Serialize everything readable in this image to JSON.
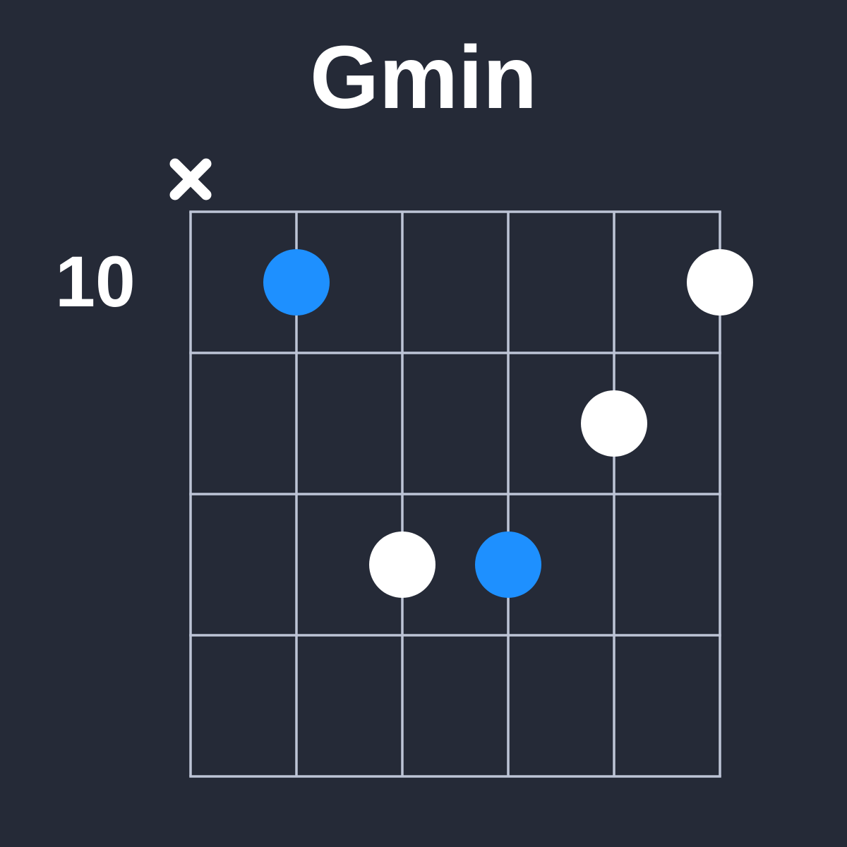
{
  "title": "Gmin",
  "fret_position_label": "10",
  "colors": {
    "background": "#252a37",
    "grid_line": "#bdc4d6",
    "dot_blue": "#1e90ff",
    "dot_white": "#ffffff",
    "text": "#ffffff"
  },
  "diagram": {
    "string_count": 6,
    "fret_count": 4,
    "muted_strings": [
      1
    ],
    "markers": [
      {
        "string": 2,
        "fret": 1,
        "color": "blue"
      },
      {
        "string": 6,
        "fret": 1,
        "color": "white"
      },
      {
        "string": 5,
        "fret": 2,
        "color": "white"
      },
      {
        "string": 3,
        "fret": 3,
        "color": "white"
      },
      {
        "string": 4,
        "fret": 3,
        "color": "blue"
      }
    ]
  }
}
